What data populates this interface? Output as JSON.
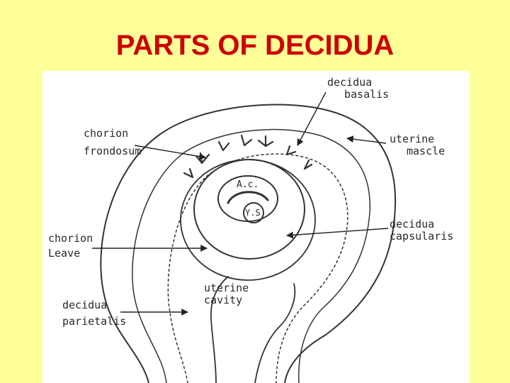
{
  "slide": {
    "title": "PARTS OF DECIDUA",
    "title_color": "#CC0000",
    "background": "#FFFF99"
  },
  "diagram": {
    "labels": {
      "decidua_basalis": [
        "decidua",
        "basalis"
      ],
      "uterine_muscle": [
        "uterine",
        "mascle"
      ],
      "chorion_frondosum": [
        "chorion",
        "frondosum"
      ],
      "decidua_capsularis": [
        "decidua",
        "capsularis"
      ],
      "chorion_leave": [
        "chorion",
        "Leave"
      ],
      "uterine_cavity": [
        "uterine",
        "cavity"
      ],
      "decidua_parietalis": [
        "decidua",
        "parietalis"
      ],
      "amniotic_cavity": "A.c.",
      "yolk_sac": "Y.S"
    }
  }
}
